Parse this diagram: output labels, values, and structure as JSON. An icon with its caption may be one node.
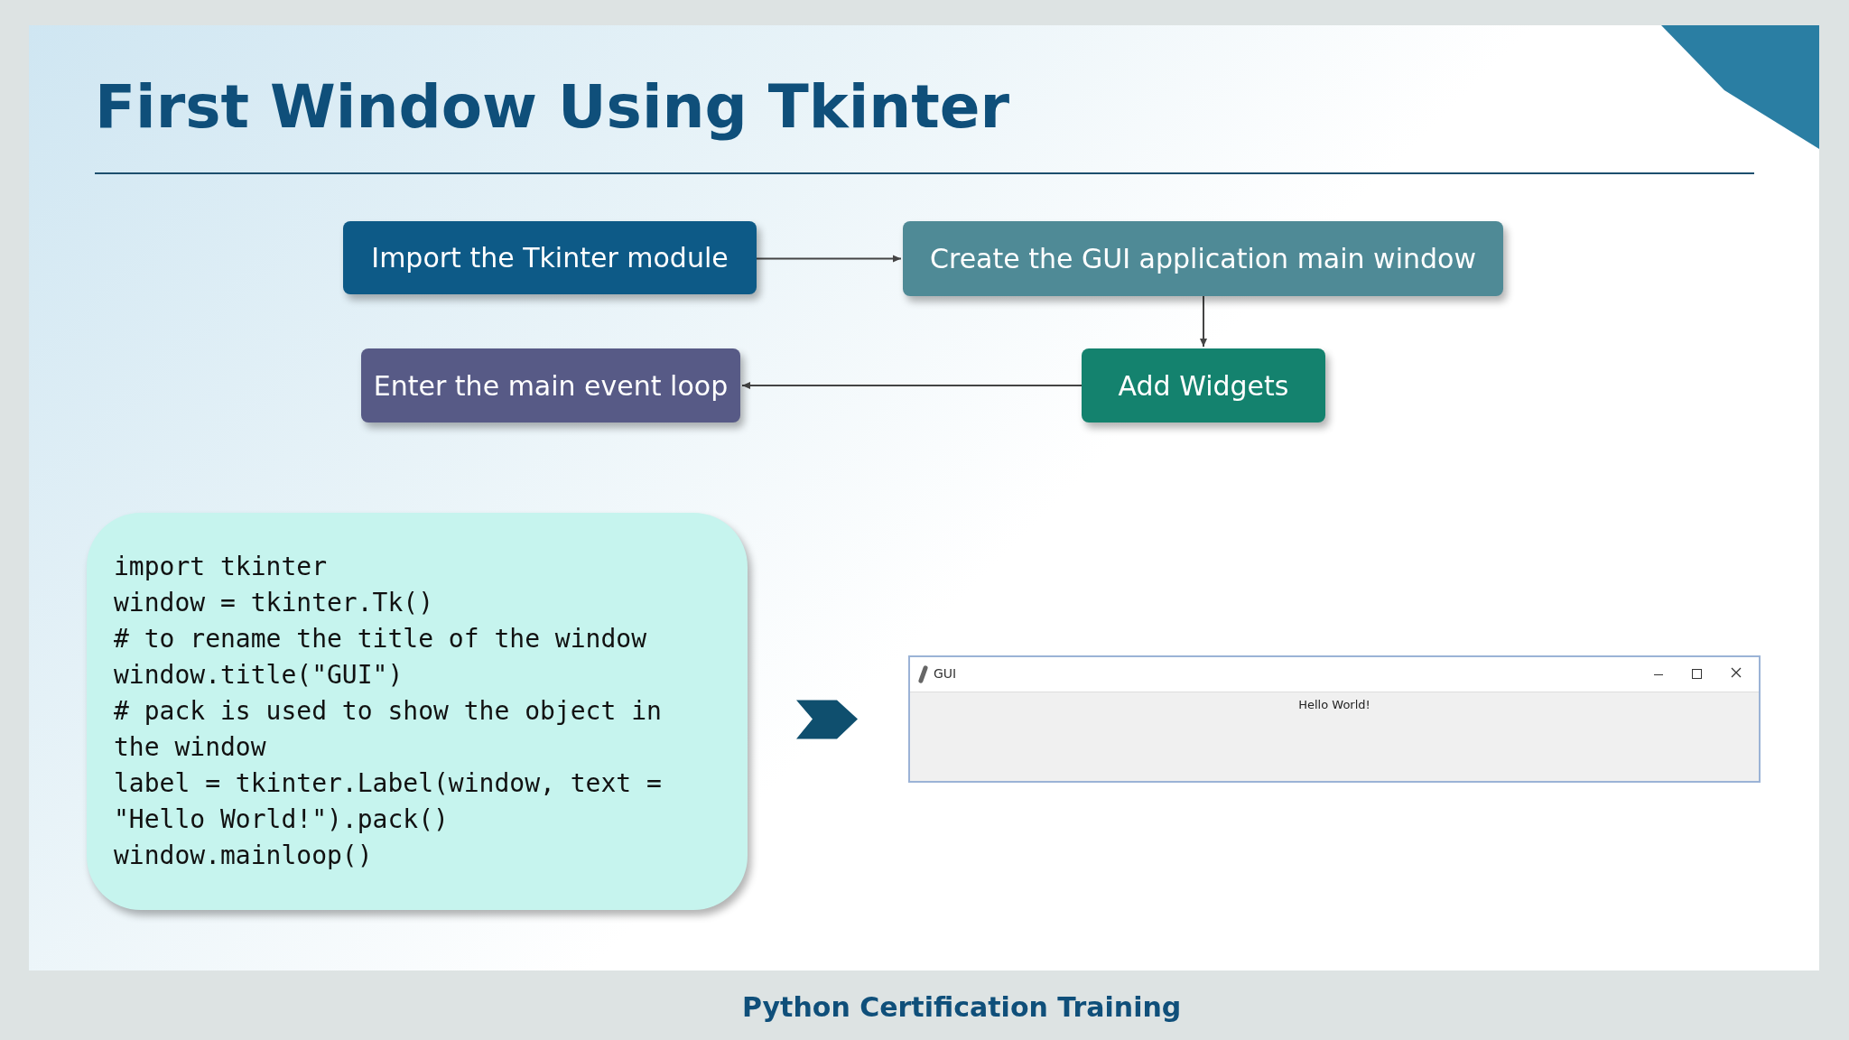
{
  "diagram": {
    "title": "First Window Using Tkinter",
    "nodes": [
      {
        "text": [
          "Import the Tkinter module"
        ]
      },
      {
        "text": [
          "Create the GUI application main window"
        ]
      },
      {
        "text": [
          "Enter the main event loop"
        ]
      },
      {
        "text": [
          "Add Widgets"
        ]
      },
      {
        "text": [
          "import tkinter",
          "window = tkinter.Tk()",
          "# to rename the title of the window",
          "window.title(\"GUI\")",
          "# pack is used to show the object in the window",
          "label = tkinter.Label(window, text = \"Hello World!\").pack()",
          "window.mainloop()"
        ]
      },
      {
        "text": [
          "GUI",
          "Hello World!"
        ]
      }
    ],
    "edges": [
      {
        "from": 0,
        "to": 1,
        "arrow": "to"
      },
      {
        "from": 1,
        "to": 3,
        "arrow": "to"
      },
      {
        "from": 3,
        "to": 2,
        "arrow": "to"
      },
      {
        "from": 4,
        "to": 5,
        "arrow": "to"
      }
    ],
    "labels": [
      "Python Certification Training"
    ]
  }
}
